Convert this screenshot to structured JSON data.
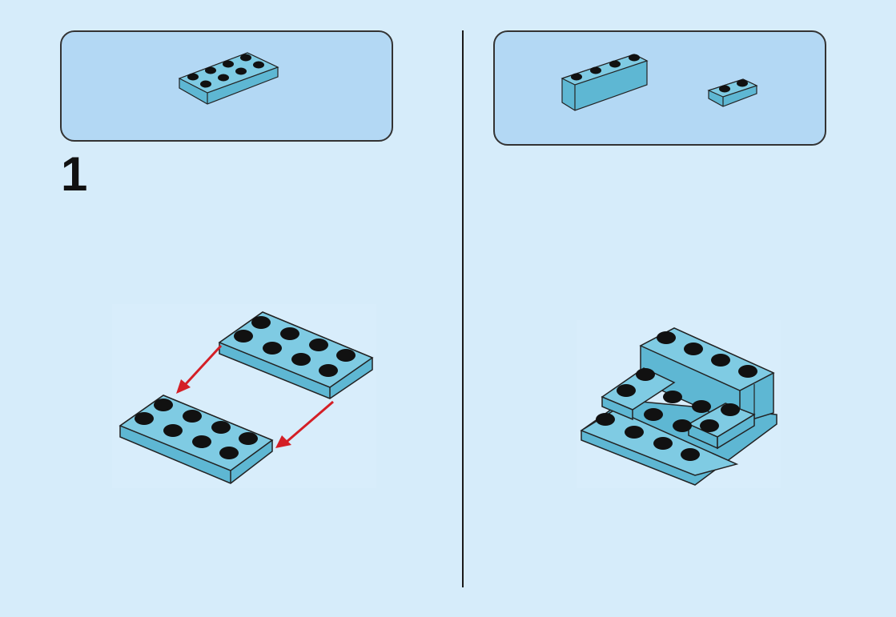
{
  "step": {
    "number": "1"
  },
  "colors": {
    "page_background": "#d6ecfa",
    "parts_box_fill": "#b3d8f4",
    "brick_medium_azure": "#5eb7d3",
    "brick_top": "#7fcbe3",
    "stud_top": "#111111",
    "arrow": "#d41f26",
    "outline": "#222222"
  },
  "parts_list_left": {
    "items": [
      {
        "piece": "plate-2x4",
        "color": "medium-azure",
        "quantity": ""
      }
    ]
  },
  "parts_list_right": {
    "items": [
      {
        "piece": "brick-1x4",
        "color": "medium-azure",
        "quantity": ""
      },
      {
        "piece": "plate-1x2",
        "color": "medium-azure",
        "quantity": ""
      }
    ]
  },
  "left_step_illustration": {
    "description_icons": [
      "plate-2x4-icon",
      "plate-2x4-icon",
      "move-arrow-icon",
      "move-arrow-icon"
    ]
  },
  "right_step_illustration": {
    "description_icons": [
      "stepped-build-icon"
    ]
  }
}
